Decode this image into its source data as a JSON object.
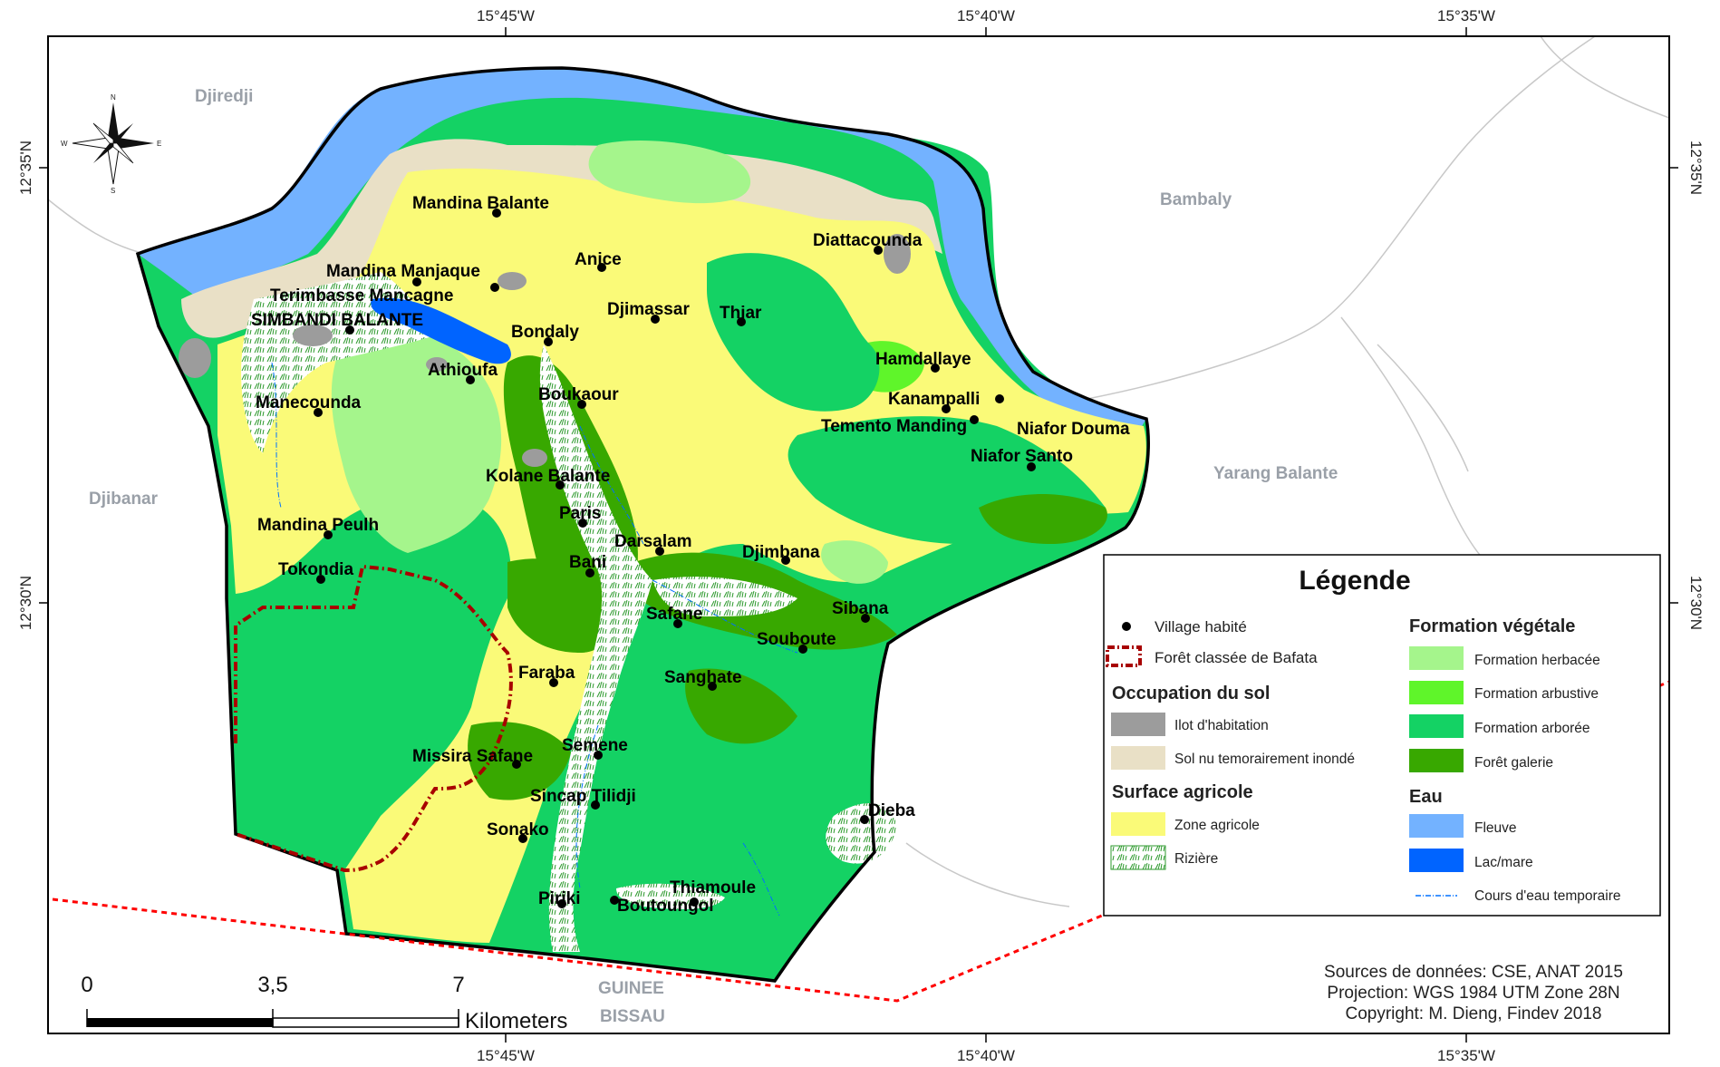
{
  "coords": {
    "top": [
      "15°45'W",
      "15°40'W",
      "15°35'W"
    ],
    "bottom": [
      "15°45'W",
      "15°40'W",
      "15°35'W"
    ],
    "left": [
      "12°35'N",
      "12°30'N"
    ],
    "right": [
      "12°35'N",
      "12°30'N"
    ]
  },
  "regions": {
    "djiredji": "Djiredji",
    "bambaly": "Bambaly",
    "djibanar": "Djibanar",
    "yarang": "Yarang Balante",
    "guinee_1": "GUINEE",
    "guinee_2": "BISSAU"
  },
  "villages": [
    {
      "name": "Mandina Balante"
    },
    {
      "name": "Anice"
    },
    {
      "name": "Diattacounda"
    },
    {
      "name": "Mandina Manjaque"
    },
    {
      "name": "Terimbasse Mancagne"
    },
    {
      "name": "SIMBANDI BALANTE"
    },
    {
      "name": "Djimassar"
    },
    {
      "name": "Thiar"
    },
    {
      "name": "Bondaly"
    },
    {
      "name": "Athioufa"
    },
    {
      "name": "Boukaour"
    },
    {
      "name": "Manecounda"
    },
    {
      "name": "Hamdallaye"
    },
    {
      "name": "Kanampalli"
    },
    {
      "name": "Temento Manding"
    },
    {
      "name": "Niafor Douma"
    },
    {
      "name": "Niafor Santo"
    },
    {
      "name": "Kolane Balante"
    },
    {
      "name": "Paris"
    },
    {
      "name": "Mandina Peulh"
    },
    {
      "name": "Darsalam"
    },
    {
      "name": "Djimbana"
    },
    {
      "name": "Bani"
    },
    {
      "name": "Tokondia"
    },
    {
      "name": "Safane"
    },
    {
      "name": "Sibana"
    },
    {
      "name": "Souboute"
    },
    {
      "name": "Faraba"
    },
    {
      "name": "Sanghate"
    },
    {
      "name": "Semene"
    },
    {
      "name": "Missira Safane"
    },
    {
      "name": "Sincap Tilidji"
    },
    {
      "name": "Dieba"
    },
    {
      "name": "Sonako"
    },
    {
      "name": "Thiamoule"
    },
    {
      "name": "Piriki"
    },
    {
      "name": "Boutoungol"
    }
  ],
  "legend": {
    "title": "Légende",
    "village": "Village habité",
    "foret_classee": "Forêt classée de Bafata",
    "occupation_title": "Occupation du sol",
    "ilot": "Ilot d'habitation",
    "sol_nu": "Sol nu temorairement inondé",
    "surface_title": "Surface agricole",
    "zone_agricole": "Zone agricole",
    "riziere": "Rizière",
    "formation_title": "Formation végétale",
    "herbacee": "Formation herbacée",
    "arbustive": "Formation arbustive",
    "arboree": "Formation arborée",
    "foret_galerie": "Forêt galerie",
    "eau_title": "Eau",
    "fleuve": "Fleuve",
    "lac": "Lac/mare",
    "cours_eau": "Cours d'eau temporaire"
  },
  "colors": {
    "ilot": "#9c9c9c",
    "sol_nu": "#e9e0c6",
    "zone_agricole": "#fafa78",
    "herbacee": "#a5f58c",
    "arbustive": "#5ff52a",
    "arboree": "#14d264",
    "foret_galerie": "#38a800",
    "fleuve": "#73b2ff",
    "lac": "#0064ff",
    "cours_eau": "#0070ff",
    "foret_classee": "#a80000"
  },
  "scale": {
    "ticks": [
      "0",
      "3,5",
      "7"
    ],
    "unit": "Kilometers"
  },
  "credits": [
    "Sources de données: CSE, ANAT 2015",
    "Projection: WGS 1984 UTM Zone 28N",
    "Copyright: M. Dieng, Findev 2018"
  ],
  "compass": {
    "n": "N",
    "s": "S",
    "e": "E",
    "w": "W"
  }
}
